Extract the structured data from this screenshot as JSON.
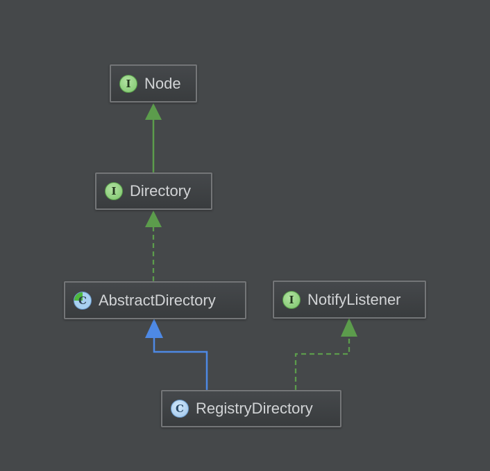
{
  "diagram": {
    "tool": "uml-class-diagram",
    "nodes": [
      {
        "id": "node",
        "label": "Node",
        "type": "interface",
        "icon": "interface-icon",
        "icon_letter": "I"
      },
      {
        "id": "directory",
        "label": "Directory",
        "type": "interface",
        "icon": "interface-icon",
        "icon_letter": "I"
      },
      {
        "id": "abstract-directory",
        "label": "AbstractDirectory",
        "type": "abstract-class",
        "icon": "abstract-class-icon",
        "icon_letter": "C"
      },
      {
        "id": "notify-listener",
        "label": "NotifyListener",
        "type": "interface",
        "icon": "interface-icon",
        "icon_letter": "I"
      },
      {
        "id": "registry-directory",
        "label": "RegistryDirectory",
        "type": "class",
        "icon": "class-icon",
        "icon_letter": "C"
      }
    ],
    "edges": [
      {
        "from": "Directory",
        "to": "Node",
        "relation": "extends",
        "line": "solid",
        "color": "#5c9c4c"
      },
      {
        "from": "AbstractDirectory",
        "to": "Directory",
        "relation": "implements",
        "line": "dashed",
        "color": "#5c9c4c"
      },
      {
        "from": "RegistryDirectory",
        "to": "AbstractDirectory",
        "relation": "extends",
        "line": "solid",
        "color": "#4e89e4"
      },
      {
        "from": "RegistryDirectory",
        "to": "NotifyListener",
        "relation": "implements",
        "line": "dashed",
        "color": "#5c9c4c"
      }
    ],
    "colors": {
      "canvas": "#45484a",
      "node-fill-top": "#45484b",
      "node-fill-bottom": "#393c3e",
      "node-border": "#747678",
      "label": "#d2d4d6",
      "arrow-green": "#5c9c4c",
      "arrow-blue": "#4e89e4",
      "interface-icon-green": "#7cc56b",
      "class-icon-blue": "#9cc4ea",
      "abstract-icon-green": "#4eb83c"
    }
  }
}
